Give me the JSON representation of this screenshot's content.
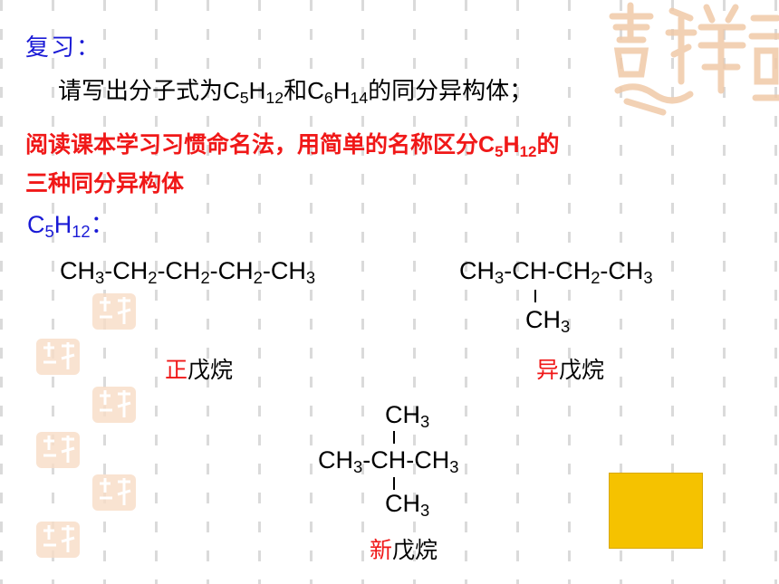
{
  "heading": "复习：",
  "prompt": {
    "before": "请写出分子式为C",
    "s1": "5",
    "m1": "H",
    "s2": "12",
    "mid": "和C",
    "s3": "6",
    "m2": "H",
    "s4": "14",
    "after": "的同分异构体；"
  },
  "instruction": {
    "line1_before": "阅读课本学习习惯命名法，用简单的名称区分C",
    "line1_s1": "5",
    "line1_h": "H",
    "line1_s2": "12",
    "line1_after": "的",
    "line2": "三种同分异构体"
  },
  "formula_label": {
    "c": "C",
    "s1": "5",
    "h": "H",
    "s2": "12",
    "colon": "："
  },
  "isomers": {
    "normal": {
      "structure": [
        "CH",
        "3",
        "-CH",
        "2",
        "-CH",
        "2",
        "-CH",
        "2",
        "-CH",
        "3"
      ],
      "name_prefix": "正",
      "name_rest": "戊烷"
    },
    "iso": {
      "main": [
        "CH",
        "3",
        "-CH-CH",
        "2",
        "-CH",
        "3"
      ],
      "branch": [
        "CH",
        "3"
      ],
      "name_prefix": "异",
      "name_rest": "戊烷"
    },
    "neo": {
      "top": [
        "CH",
        "3"
      ],
      "main": [
        "CH",
        "3",
        "-CH-CH",
        "3"
      ],
      "bottom": [
        "CH",
        "3"
      ],
      "name_prefix": "新",
      "name_rest": "戊烷"
    }
  },
  "colors": {
    "blue": "#1a1ad6",
    "red": "#f01818",
    "square": "#f5c200",
    "seal": "#f0c9a8"
  }
}
